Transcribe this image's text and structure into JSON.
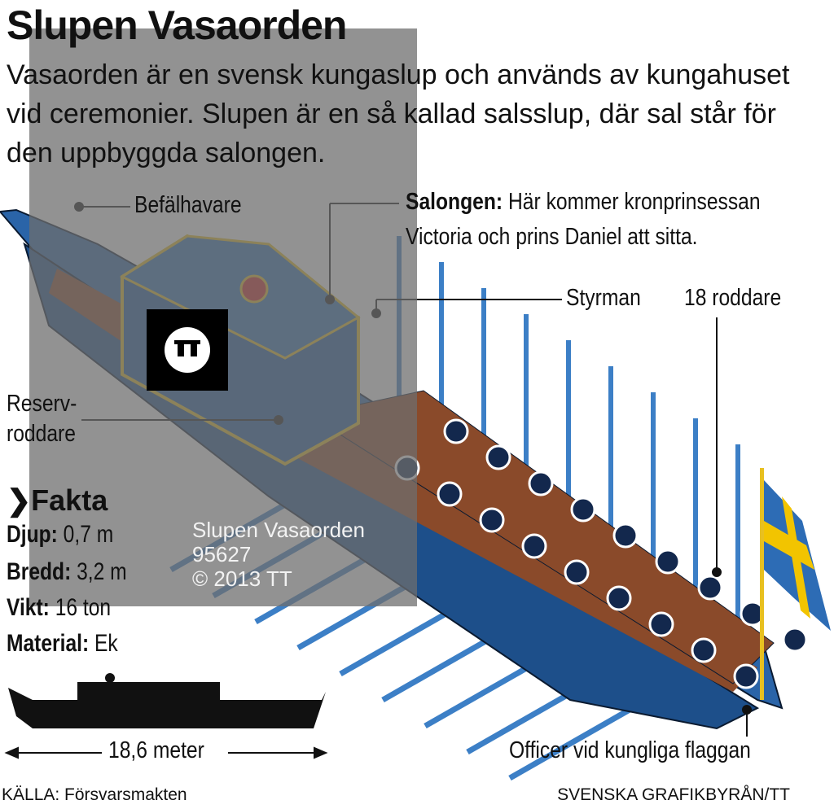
{
  "title": "Slupen Vasaorden",
  "intro": "Vasaorden är en svensk kungaslup och används av kungahuset vid ceremonier. Slupen är en så kallad salsslup, där sal står för den uppbyggda salongen.",
  "labels": {
    "befalhavare": "Befälhavare",
    "salongen_bold": "Salongen:",
    "salongen_text1": "Här kommer kronprinsessan",
    "salongen_text2": "Victoria och prins Daniel att sitta.",
    "styrman": "Styrman",
    "roddare": "18 roddare",
    "reserv1": "Reserv-",
    "reserv2": "roddare",
    "officer": "Officer vid kungliga flaggan"
  },
  "fakta": {
    "heading": "Fakta",
    "items": [
      {
        "key": "Djup:",
        "value": "0,7 m"
      },
      {
        "key": "Bredd:",
        "value": "3,2 m"
      },
      {
        "key": "Vikt:",
        "value": "16 ton"
      },
      {
        "key": "Material:",
        "value": "Ek"
      }
    ]
  },
  "length": "18,6 meter",
  "source": "KÄLLA: Försvarsmakten",
  "credit": "SVENSKA GRAFIKBYRÅN/TT",
  "watermark": {
    "line1": "Slupen Vasaorden",
    "line2": "95627",
    "line3": "© 2013 TT",
    "logo": "TT"
  },
  "colors": {
    "hull": "#2a64a8",
    "oar": "#3c7fc6",
    "deck": "#8a4a2a",
    "gold": "#e8c020",
    "flag_blue": "#2d6cb5",
    "flag_yellow": "#f2c400"
  }
}
